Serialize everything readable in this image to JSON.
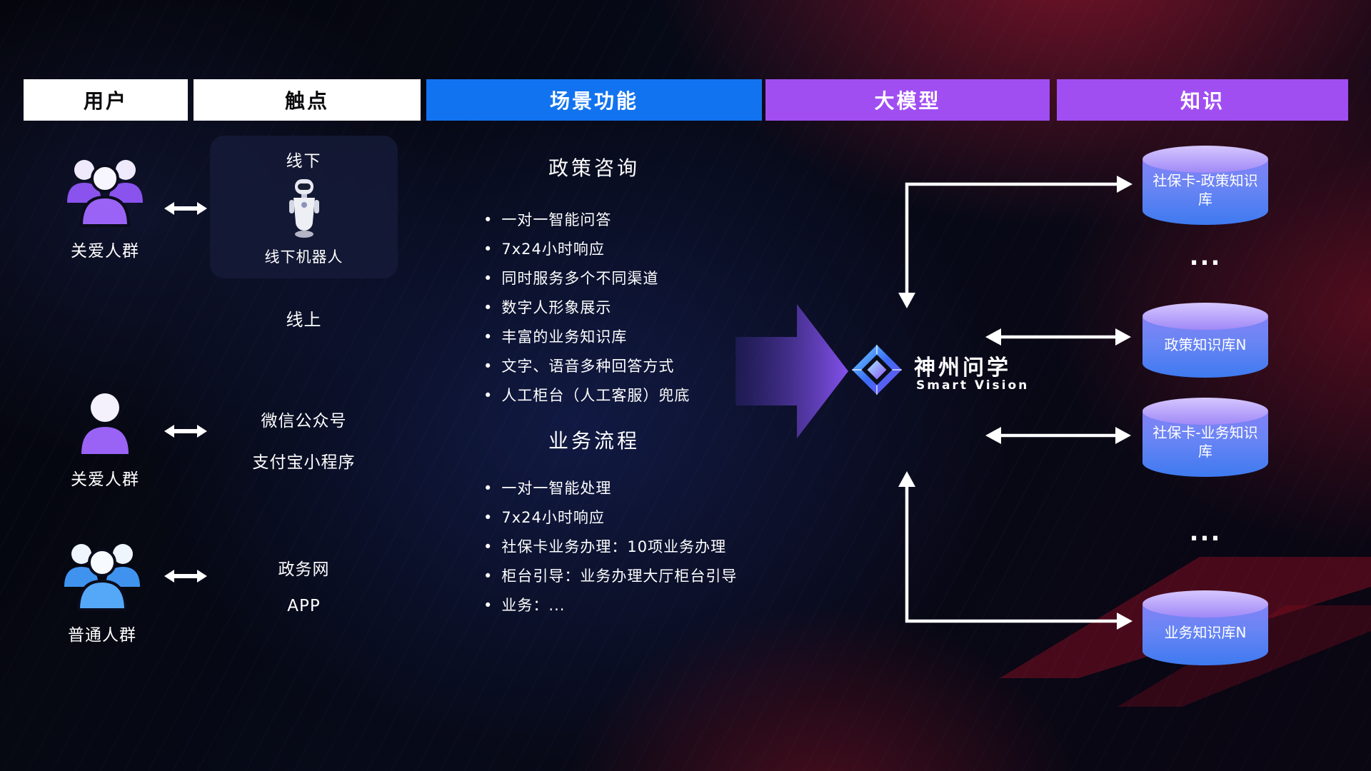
{
  "headers": [
    {
      "label": "用户"
    },
    {
      "label": "触点"
    },
    {
      "label": "场景功能"
    },
    {
      "label": "大模型"
    },
    {
      "label": "知识"
    }
  ],
  "users": [
    {
      "label": "关爱人群",
      "icon": "people-group-purple-icon"
    },
    {
      "label": "关爱人群",
      "icon": "person-purple-icon"
    },
    {
      "label": "普通人群",
      "icon": "people-group-blue-icon"
    }
  ],
  "touchpoints": {
    "offline_title": "线下",
    "offline_robot": "robot-icon",
    "offline_robot_label": "线下机器人",
    "online_title": "线上",
    "wechat": "微信公众号",
    "alipay": "支付宝小程序",
    "gov": "政务网",
    "app": "APP"
  },
  "scenarios": [
    {
      "title": "政策咨询",
      "items": [
        "一对一智能问答",
        "7x24小时响应",
        "同时服务多个不同渠道",
        "数字人形象展示",
        "丰富的业务知识库",
        "文字、语音多种回答方式",
        "人工柜台（人工客服）兜底"
      ]
    },
    {
      "title": "业务流程",
      "items": [
        "一对一智能处理",
        "7x24小时响应",
        "社保卡业务办理：10项业务办理",
        "柜台引导：业务办理大厅柜台引导",
        "业务：..."
      ]
    }
  ],
  "model": {
    "name": "神州问学",
    "subtitle": "Smart Vision",
    "icon": "diamond-logo-icon"
  },
  "knowledge": [
    {
      "kind": "db",
      "label": "社保卡-政策知识库"
    },
    {
      "kind": "ellipsis",
      "label": "..."
    },
    {
      "kind": "db",
      "label": "政策知识库N"
    },
    {
      "kind": "db",
      "label": "社保卡-业务知识库"
    },
    {
      "kind": "ellipsis",
      "label": "..."
    },
    {
      "kind": "db",
      "label": "业务知识库N"
    }
  ],
  "colors": {
    "header_blue": "#1273f0",
    "header_purple": "#a04ef2",
    "cylinder_top": "#d6c6ff",
    "cylinder_body_top": "#8f80f6",
    "cylinder_body_bottom": "#3e7af0",
    "user_purple": "#9a63f5",
    "user_blue": "#55a8f7",
    "arrow_white": "#ffffff",
    "flow_arrow_purple": "#8a55f7",
    "background_red_glow": "#da1c37"
  }
}
